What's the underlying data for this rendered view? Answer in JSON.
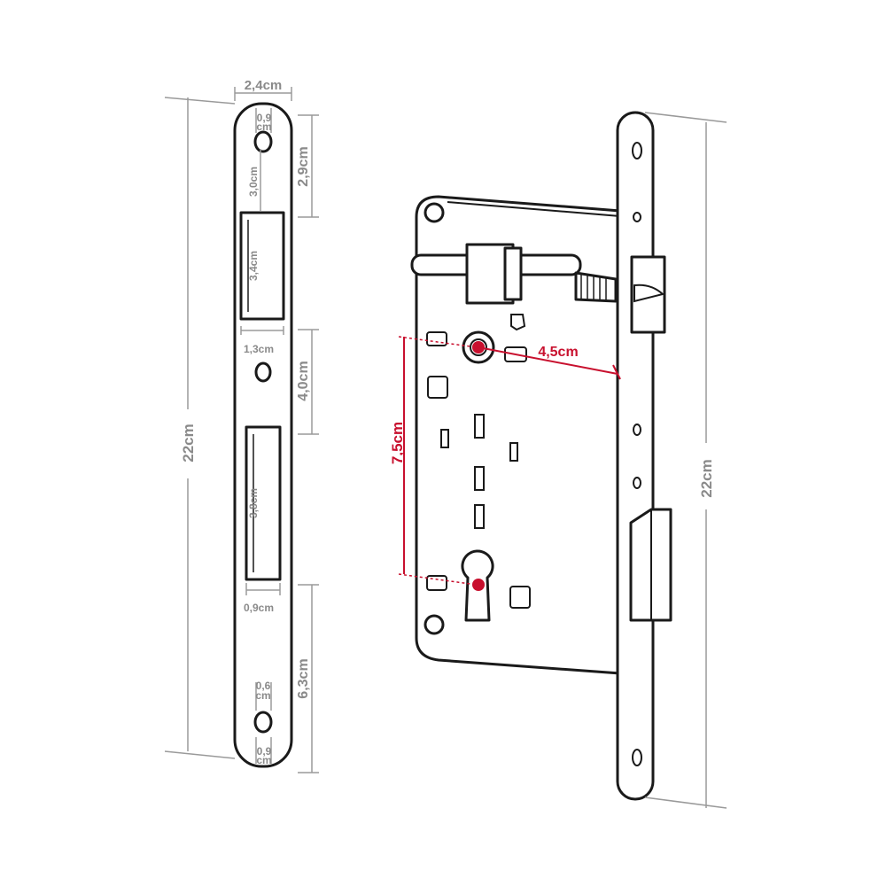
{
  "strike_plate": {
    "width_label": "2,4cm",
    "total_height_label": "22cm",
    "top_hole_width_label": "0,9\ncm",
    "top_hole_to_latch_label": "3,0cm",
    "latch_slot_height_label": "3,4cm",
    "latch_slot_width_label": "1,3cm",
    "bolt_slot_height_label": "3,8cm",
    "bolt_slot_width_label": "0,9cm",
    "bottom_hole_offset_label": "0,6\ncm",
    "bottom_hole_width_label": "0,9\ncm",
    "top_segment_label": "2,9cm",
    "middle_segment_label": "4,0cm",
    "bottom_segment_label": "6,3cm"
  },
  "lock_body": {
    "backset_label": "4,5cm",
    "center_distance_label": "7,5cm",
    "faceplate_height_label": "22cm"
  },
  "colors": {
    "outline": "#1a1a1a",
    "dimension": "#8a8a8a",
    "highlight": "#c8102e"
  }
}
